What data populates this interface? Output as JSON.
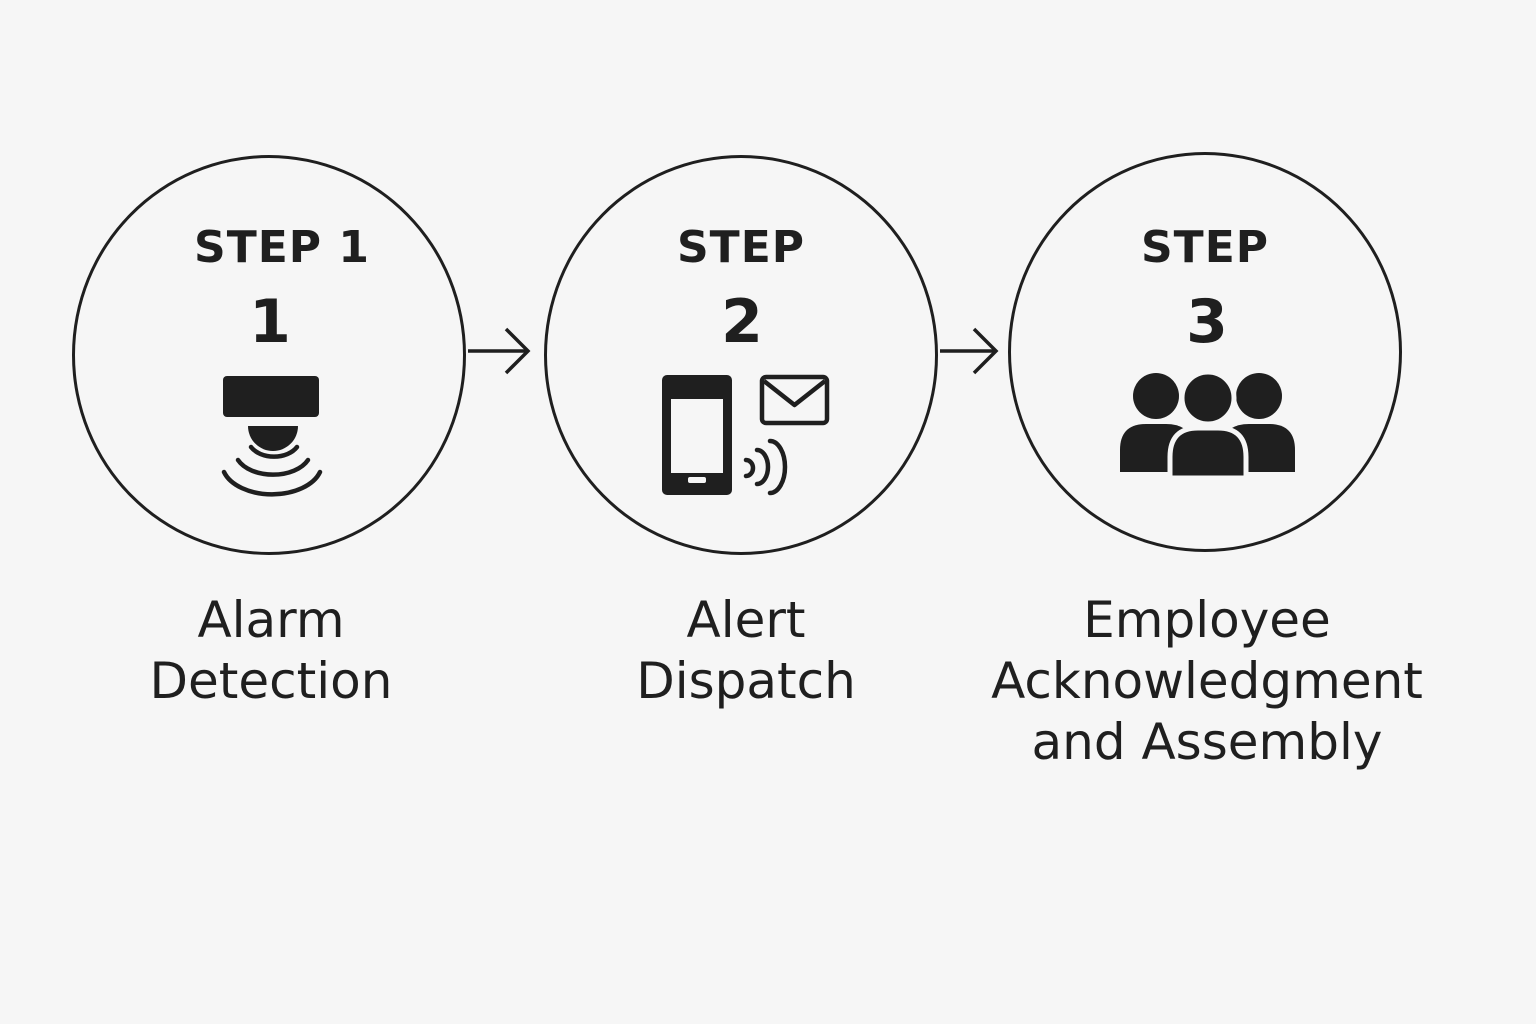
{
  "steps": [
    {
      "heading": "STEP 1",
      "number": "1",
      "icon": "alarm-detector-icon",
      "label_lines": [
        "Alarm",
        "Detection"
      ]
    },
    {
      "heading": "STEP",
      "number": "2",
      "icon": "phone-and-mail-icon",
      "label_lines": [
        "Alert",
        "Dispatch"
      ]
    },
    {
      "heading": "STEP",
      "number": "3",
      "icon": "group-of-people-icon",
      "label_lines": [
        "Employee",
        "Acknowledgment",
        "and Assembly"
      ]
    }
  ],
  "colors": {
    "background": "#f6f6f6",
    "ink": "#1f1f1f"
  }
}
